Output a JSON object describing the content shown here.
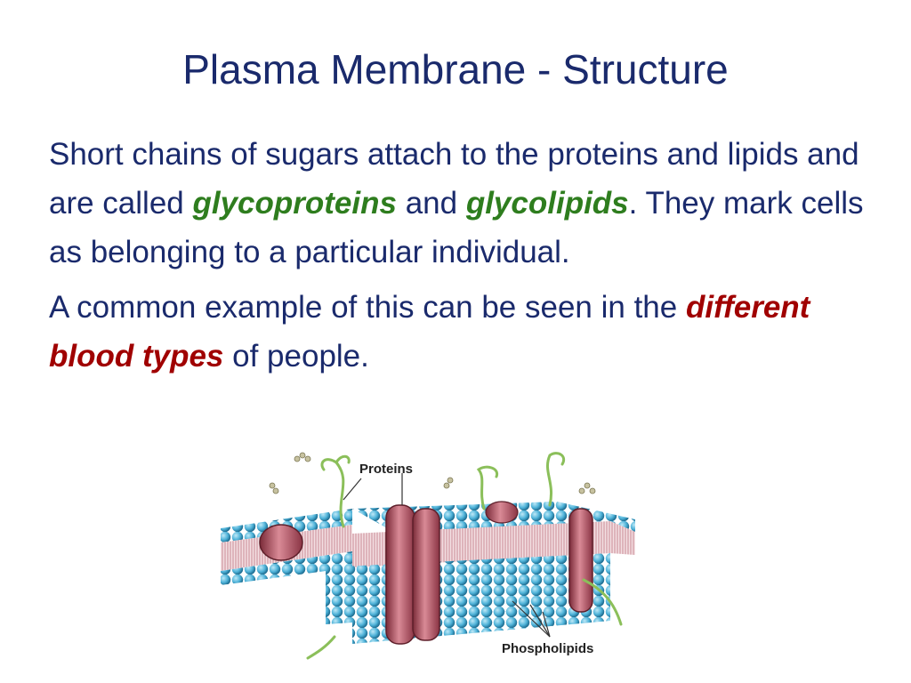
{
  "slide": {
    "title": "Plasma Membrane - Structure",
    "para1": {
      "t1": "Short chains of sugars attach to the proteins and lipids and are called ",
      "term1": "glycoproteins",
      "t2": " and ",
      "term2": "glycolipids",
      "t3": ". They mark cells as belonging to a particular individual."
    },
    "para2": {
      "t1": "A common example of this can be seen in the ",
      "term": "different blood types",
      "t2": " of people."
    },
    "diagram": {
      "label_top": "Proteins",
      "label_bottom": "Phospholipids"
    }
  },
  "colors": {
    "title_text": "#1a2a6c",
    "body_text": "#1a2a6c",
    "glyco_terms": "#2e7d1e",
    "blood_types_term": "#a00000",
    "phospholipid_heads": "#4fb3d9",
    "protein": "#b05060",
    "sugar_chain": "#8bbf5a"
  }
}
